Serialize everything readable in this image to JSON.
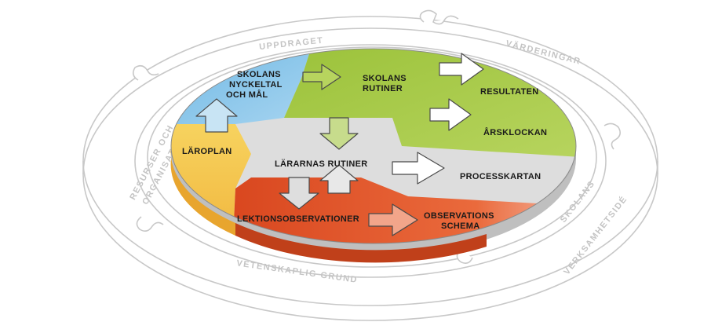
{
  "diagram": {
    "ring_labels": {
      "top": "UPPDRAGET",
      "top_right": "VÄRDERINGAR",
      "left_line1": "RESURSER OCH",
      "left_line2": "ORGANISATION",
      "right_line1": "SKOLANS",
      "right_line2": "VERKSAMHETSIDÉ",
      "bottom": "VETENSKAPLIG GRUND"
    },
    "segments": {
      "nyckeltal_line1": "SKOLANS",
      "nyckeltal_line2": "NYCKELTAL",
      "nyckeltal_line3": "OCH MÅL",
      "rutiner_line1": "SKOLANS",
      "rutiner_line2": "RUTINER",
      "resultaten": "RESULTATEN",
      "arsklockan": "ÅRSKLOCKAN",
      "laroplan": "LÄROPLAN",
      "lararnas_rutiner": "LÄRARNAS RUTINER",
      "processkartan": "PROCESSKARTAN",
      "lektionsobservationer": "LEKTIONSOBSERVATIONER",
      "observationsschema_line1": "OBSERVATIONS",
      "observationsschema_line2": "SCHEMA"
    },
    "colors": {
      "blue": "#7cc0e6",
      "green": "#9cc23e",
      "yellow": "#f6cc55",
      "gray": "#dddddd",
      "red": "#e45a2d",
      "ring": "#c8c8c8"
    }
  }
}
